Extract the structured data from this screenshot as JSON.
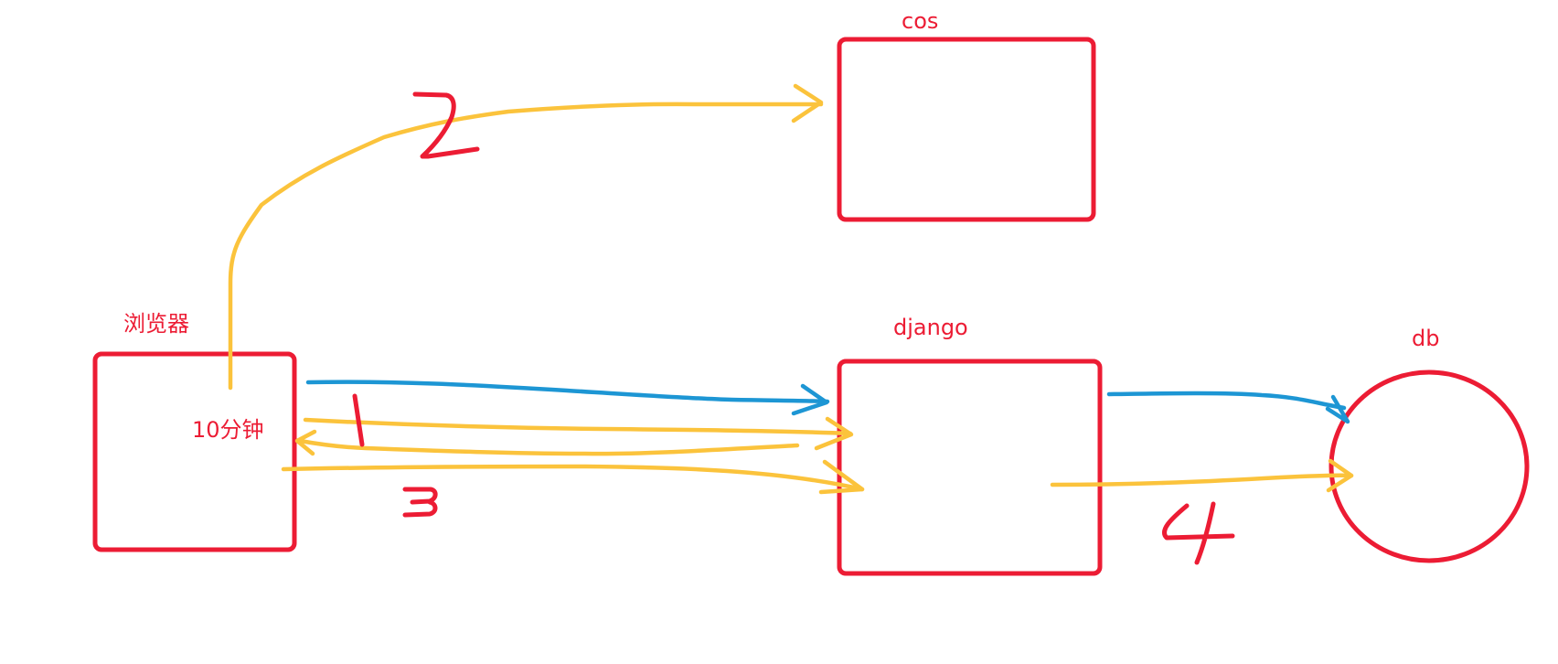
{
  "nodes": {
    "browser": {
      "label": "浏览器",
      "note": "10分钟"
    },
    "cos": {
      "label": "cos"
    },
    "django": {
      "label": "django"
    },
    "db": {
      "label": "db"
    }
  },
  "colors": {
    "node_stroke": "#ec1c34",
    "label_text": "#ec1c34",
    "flow_yellow": "#fbc33c",
    "flow_blue": "#1d96d4",
    "background": "#ffffff"
  },
  "edges": [
    {
      "from": "browser",
      "to": "cos",
      "step": "2",
      "color": "yellow"
    },
    {
      "from": "browser",
      "to": "django",
      "step": "1",
      "color": "yellow"
    },
    {
      "from": "django",
      "to": "browser",
      "step": "1",
      "color": "yellow"
    },
    {
      "from": "browser",
      "to": "django",
      "step": "3",
      "color": "yellow"
    },
    {
      "from": "django",
      "to": "db",
      "step": "4",
      "color": "yellow"
    },
    {
      "from": "browser",
      "to": "django",
      "step": "",
      "color": "blue"
    },
    {
      "from": "django",
      "to": "db",
      "step": "",
      "color": "blue"
    }
  ]
}
